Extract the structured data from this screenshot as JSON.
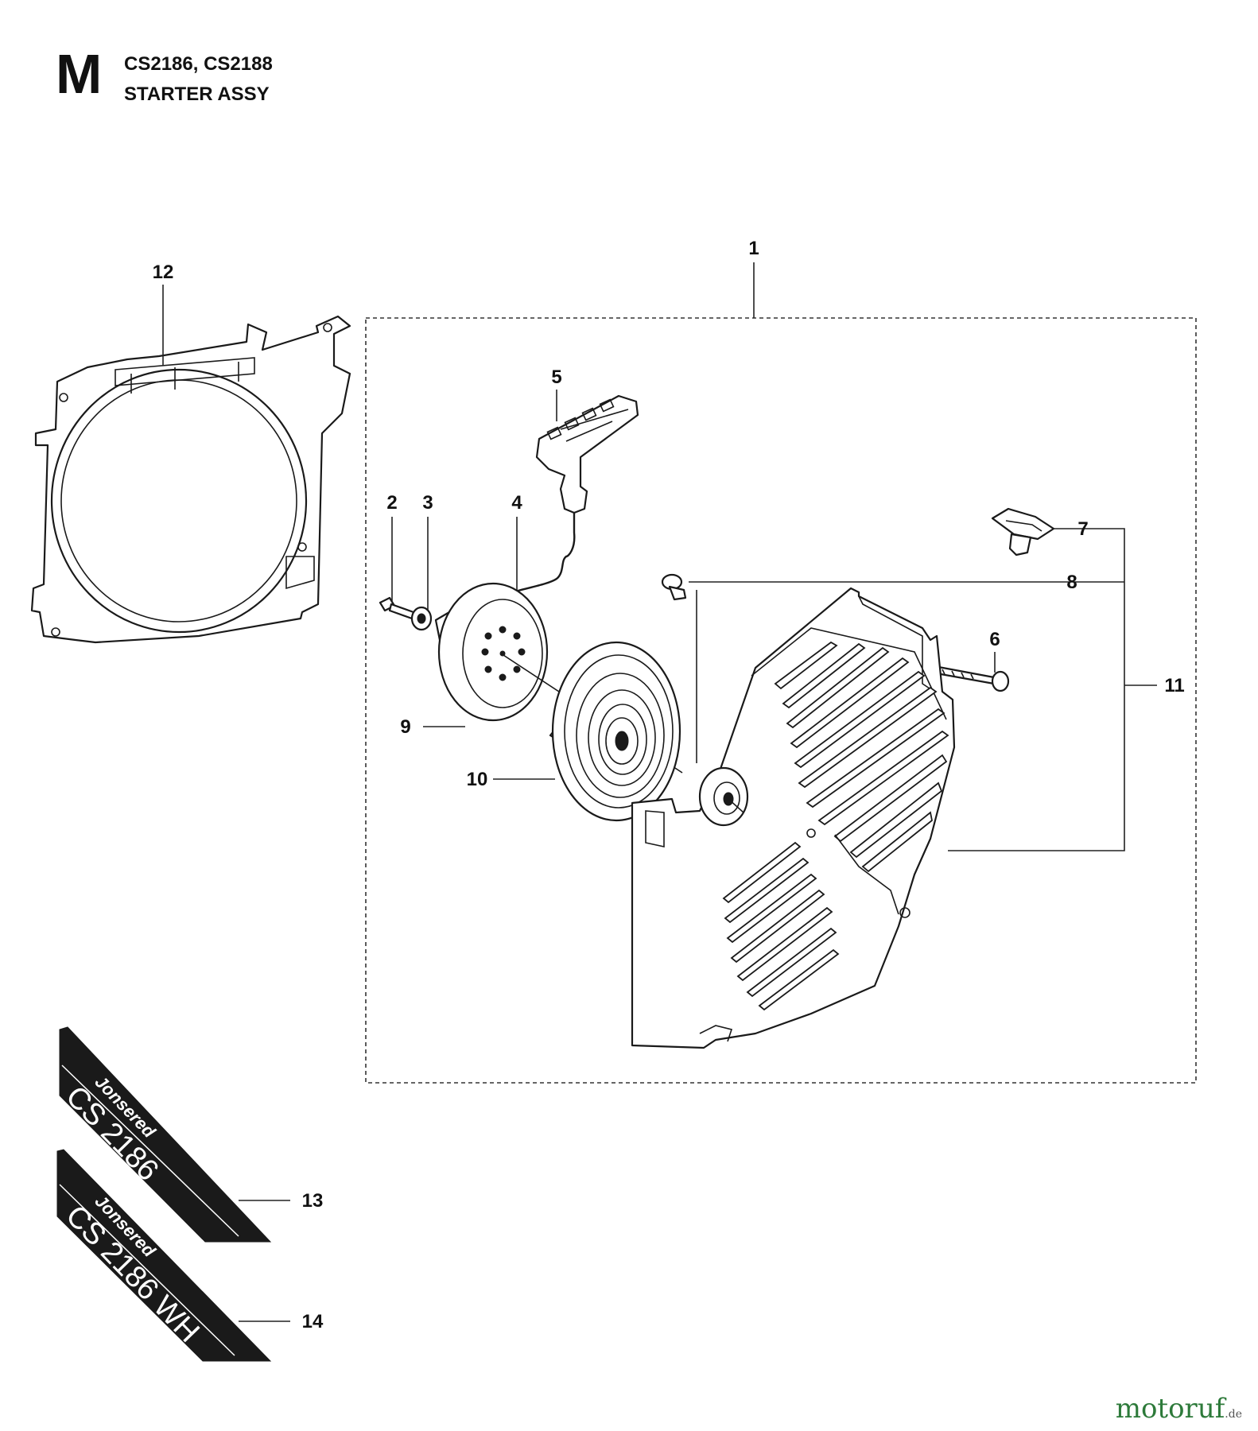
{
  "header": {
    "section_letter": "M",
    "models": "CS2186, CS2188",
    "title": "STARTER ASSY"
  },
  "callouts": {
    "c1": "1",
    "c2": "2",
    "c3": "3",
    "c4": "4",
    "c5": "5",
    "c6": "6",
    "c7": "7",
    "c8": "8",
    "c9": "9",
    "c10": "10",
    "c11": "11",
    "c12": "12",
    "c13": "13",
    "c14": "14"
  },
  "decals": {
    "decal_13": {
      "brand": "Jonsered",
      "model": "CS 2186"
    },
    "decal_14": {
      "brand": "Jonsered",
      "model": "CS 2186 WH"
    }
  },
  "watermark": {
    "brand": "motoruf",
    "suffix": ".de"
  },
  "colors": {
    "line": "#1a1a1a",
    "background": "#ffffff",
    "decal": "#1a1a1a"
  }
}
